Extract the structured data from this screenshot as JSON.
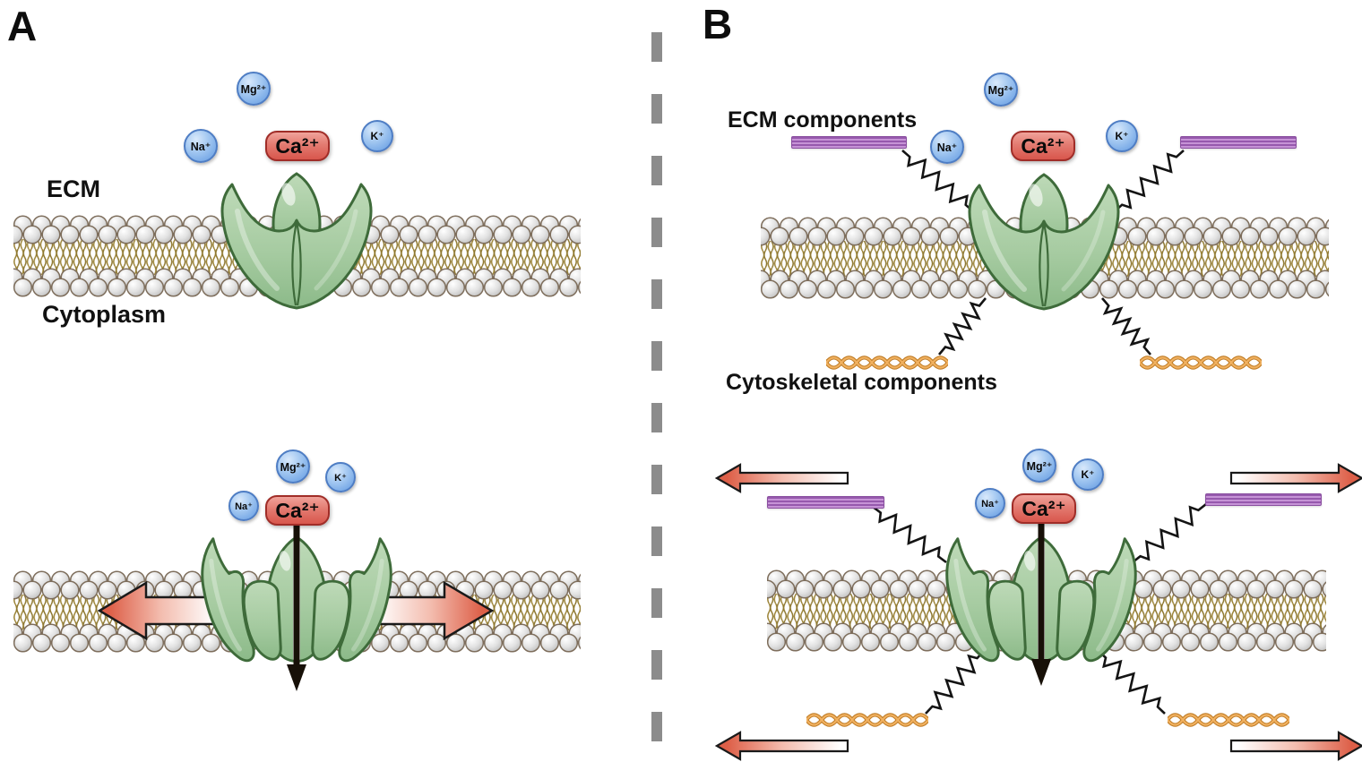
{
  "figure": {
    "panels": {
      "a": {
        "label": "A"
      },
      "b": {
        "label": "B"
      }
    },
    "labels": {
      "ecm": "ECM",
      "cytoplasm": "Cytoplasm",
      "ecm_components": "ECM components",
      "cytoskeletal_components": "Cytoskeletal components"
    },
    "ions": {
      "na": "Na⁺",
      "mg": "Mg²⁺",
      "k": "K⁺",
      "ca": "Ca²⁺"
    },
    "colors": {
      "background": "#ffffff",
      "channel_fill": "#a9cfa6",
      "channel_stroke": "#3e6b3a",
      "ion_fill": "#8db9ec",
      "ion_stroke": "#4e7dc4",
      "calcium_fill": "#dd6158",
      "calcium_stroke": "#a02d28",
      "tension_arrow_red": "#dd5f48",
      "flux_arrow_black": "#171008",
      "membrane_head": "#d9d9d9",
      "membrane_head_stroke": "#7e6e5c",
      "membrane_tail": "#9b8336",
      "ecm_fiber_purple": "#b87fc6",
      "cytoskeleton_rope_orange": "#dd9a45",
      "spring_black": "#141414",
      "divider_gray": "#8c8c8c"
    }
  }
}
